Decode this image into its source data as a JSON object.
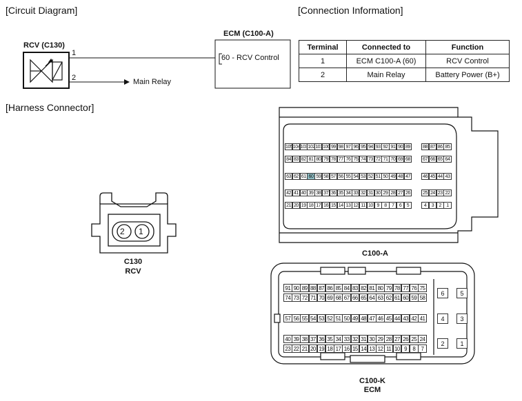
{
  "headings": {
    "circuit": "[Circuit Diagram]",
    "connection": "[Connection Information]",
    "harness": "[Harness Connector]"
  },
  "circuit": {
    "rcv_label": "RCV (C130)",
    "ecm_label": "ECM (C100-A)",
    "pin1": "1",
    "pin2": "2",
    "ecm_pin_text": "60 - RCV Control",
    "main_relay": "Main Relay"
  },
  "table": {
    "headers": [
      "Terminal",
      "Connected to",
      "Function"
    ],
    "rows": [
      [
        "1",
        "ECM C100-A (60)",
        "RCV Control"
      ],
      [
        "2",
        "Main Relay",
        "Battery Power (B+)"
      ]
    ]
  },
  "c130": {
    "pins": [
      "2",
      "1"
    ],
    "name": "C130",
    "sub": "RCV"
  },
  "c100a": {
    "name": "C100-A",
    "highlight": "60",
    "rows_main": [
      [
        "105",
        "104",
        "103",
        "102",
        "101",
        "100",
        "99",
        "98",
        "97",
        "96",
        "95",
        "94",
        "93",
        "92",
        "91",
        "90",
        "89"
      ],
      [
        "84",
        "83",
        "82",
        "81",
        "80",
        "79",
        "78",
        "77",
        "76",
        "75",
        "74",
        "73",
        "72",
        "71",
        "70",
        "69",
        "68"
      ],
      [
        "63",
        "62",
        "61",
        "60",
        "59",
        "58",
        "57",
        "56",
        "55",
        "54",
        "53",
        "52",
        "51",
        "50",
        "49",
        "48",
        "47"
      ],
      [
        "42",
        "41",
        "40",
        "39",
        "38",
        "37",
        "36",
        "35",
        "34",
        "33",
        "32",
        "31",
        "30",
        "29",
        "28",
        "27",
        "26"
      ],
      [
        "21",
        "20",
        "19",
        "18",
        "17",
        "16",
        "15",
        "14",
        "13",
        "12",
        "11",
        "10",
        "9",
        "8",
        "7",
        "6",
        "5"
      ]
    ],
    "rows_side": [
      [
        "88",
        "87",
        "86",
        "85"
      ],
      [
        "67",
        "66",
        "65",
        "64"
      ],
      [
        "46",
        "45",
        "44",
        "43"
      ],
      [
        "25",
        "24",
        "23",
        "22"
      ],
      [
        "4",
        "3",
        "2",
        "1"
      ]
    ]
  },
  "c100k": {
    "name": "C100-K",
    "sub": "ECM",
    "row1": [
      "91",
      "90",
      "89",
      "88",
      "87",
      "86",
      "85",
      "84",
      "83",
      "82",
      "81",
      "80",
      "79",
      "78",
      "77",
      "76",
      "75"
    ],
    "row2": [
      "74",
      "73",
      "72",
      "71",
      "70",
      "69",
      "68",
      "67",
      "66",
      "65",
      "64",
      "63",
      "62",
      "61",
      "60",
      "59",
      "58"
    ],
    "row3": [
      "57",
      "56",
      "55",
      "54",
      "53",
      "52",
      "51",
      "50",
      "49",
      "48",
      "47",
      "46",
      "45",
      "44",
      "43",
      "42",
      "41"
    ],
    "row4": [
      "40",
      "39",
      "38",
      "37",
      "36",
      "35",
      "34",
      "33",
      "32",
      "31",
      "30",
      "29",
      "28",
      "27",
      "26",
      "25",
      "24"
    ],
    "row5": [
      "23",
      "22",
      "21",
      "20",
      "19",
      "18",
      "17",
      "16",
      "15",
      "14",
      "13",
      "12",
      "11",
      "10",
      "9",
      "8",
      "7"
    ],
    "big_pins": [
      [
        "6",
        "5"
      ],
      [
        "4",
        "3"
      ],
      [
        "2",
        "1"
      ]
    ]
  }
}
